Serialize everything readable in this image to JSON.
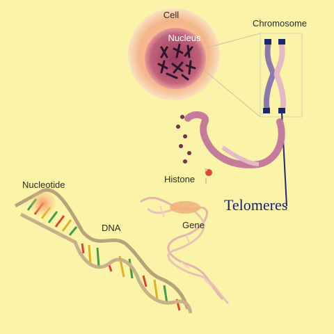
{
  "labels": {
    "cell": "Cell",
    "nucleus": "Nucleus",
    "chromosome": "Chromosome",
    "histone": "Histone",
    "telomeres": "Telomeres",
    "nucleotide": "Nucleotide",
    "dna": "DNA",
    "gene": "Gene"
  },
  "colors": {
    "background": "#faf3a8",
    "cell": "#f4b58a",
    "nucleus": "#b4506e",
    "telomere_caps": "#1b2a6e",
    "dna_strand": "#b9a17a",
    "gene_blob": "#f0b07a"
  }
}
